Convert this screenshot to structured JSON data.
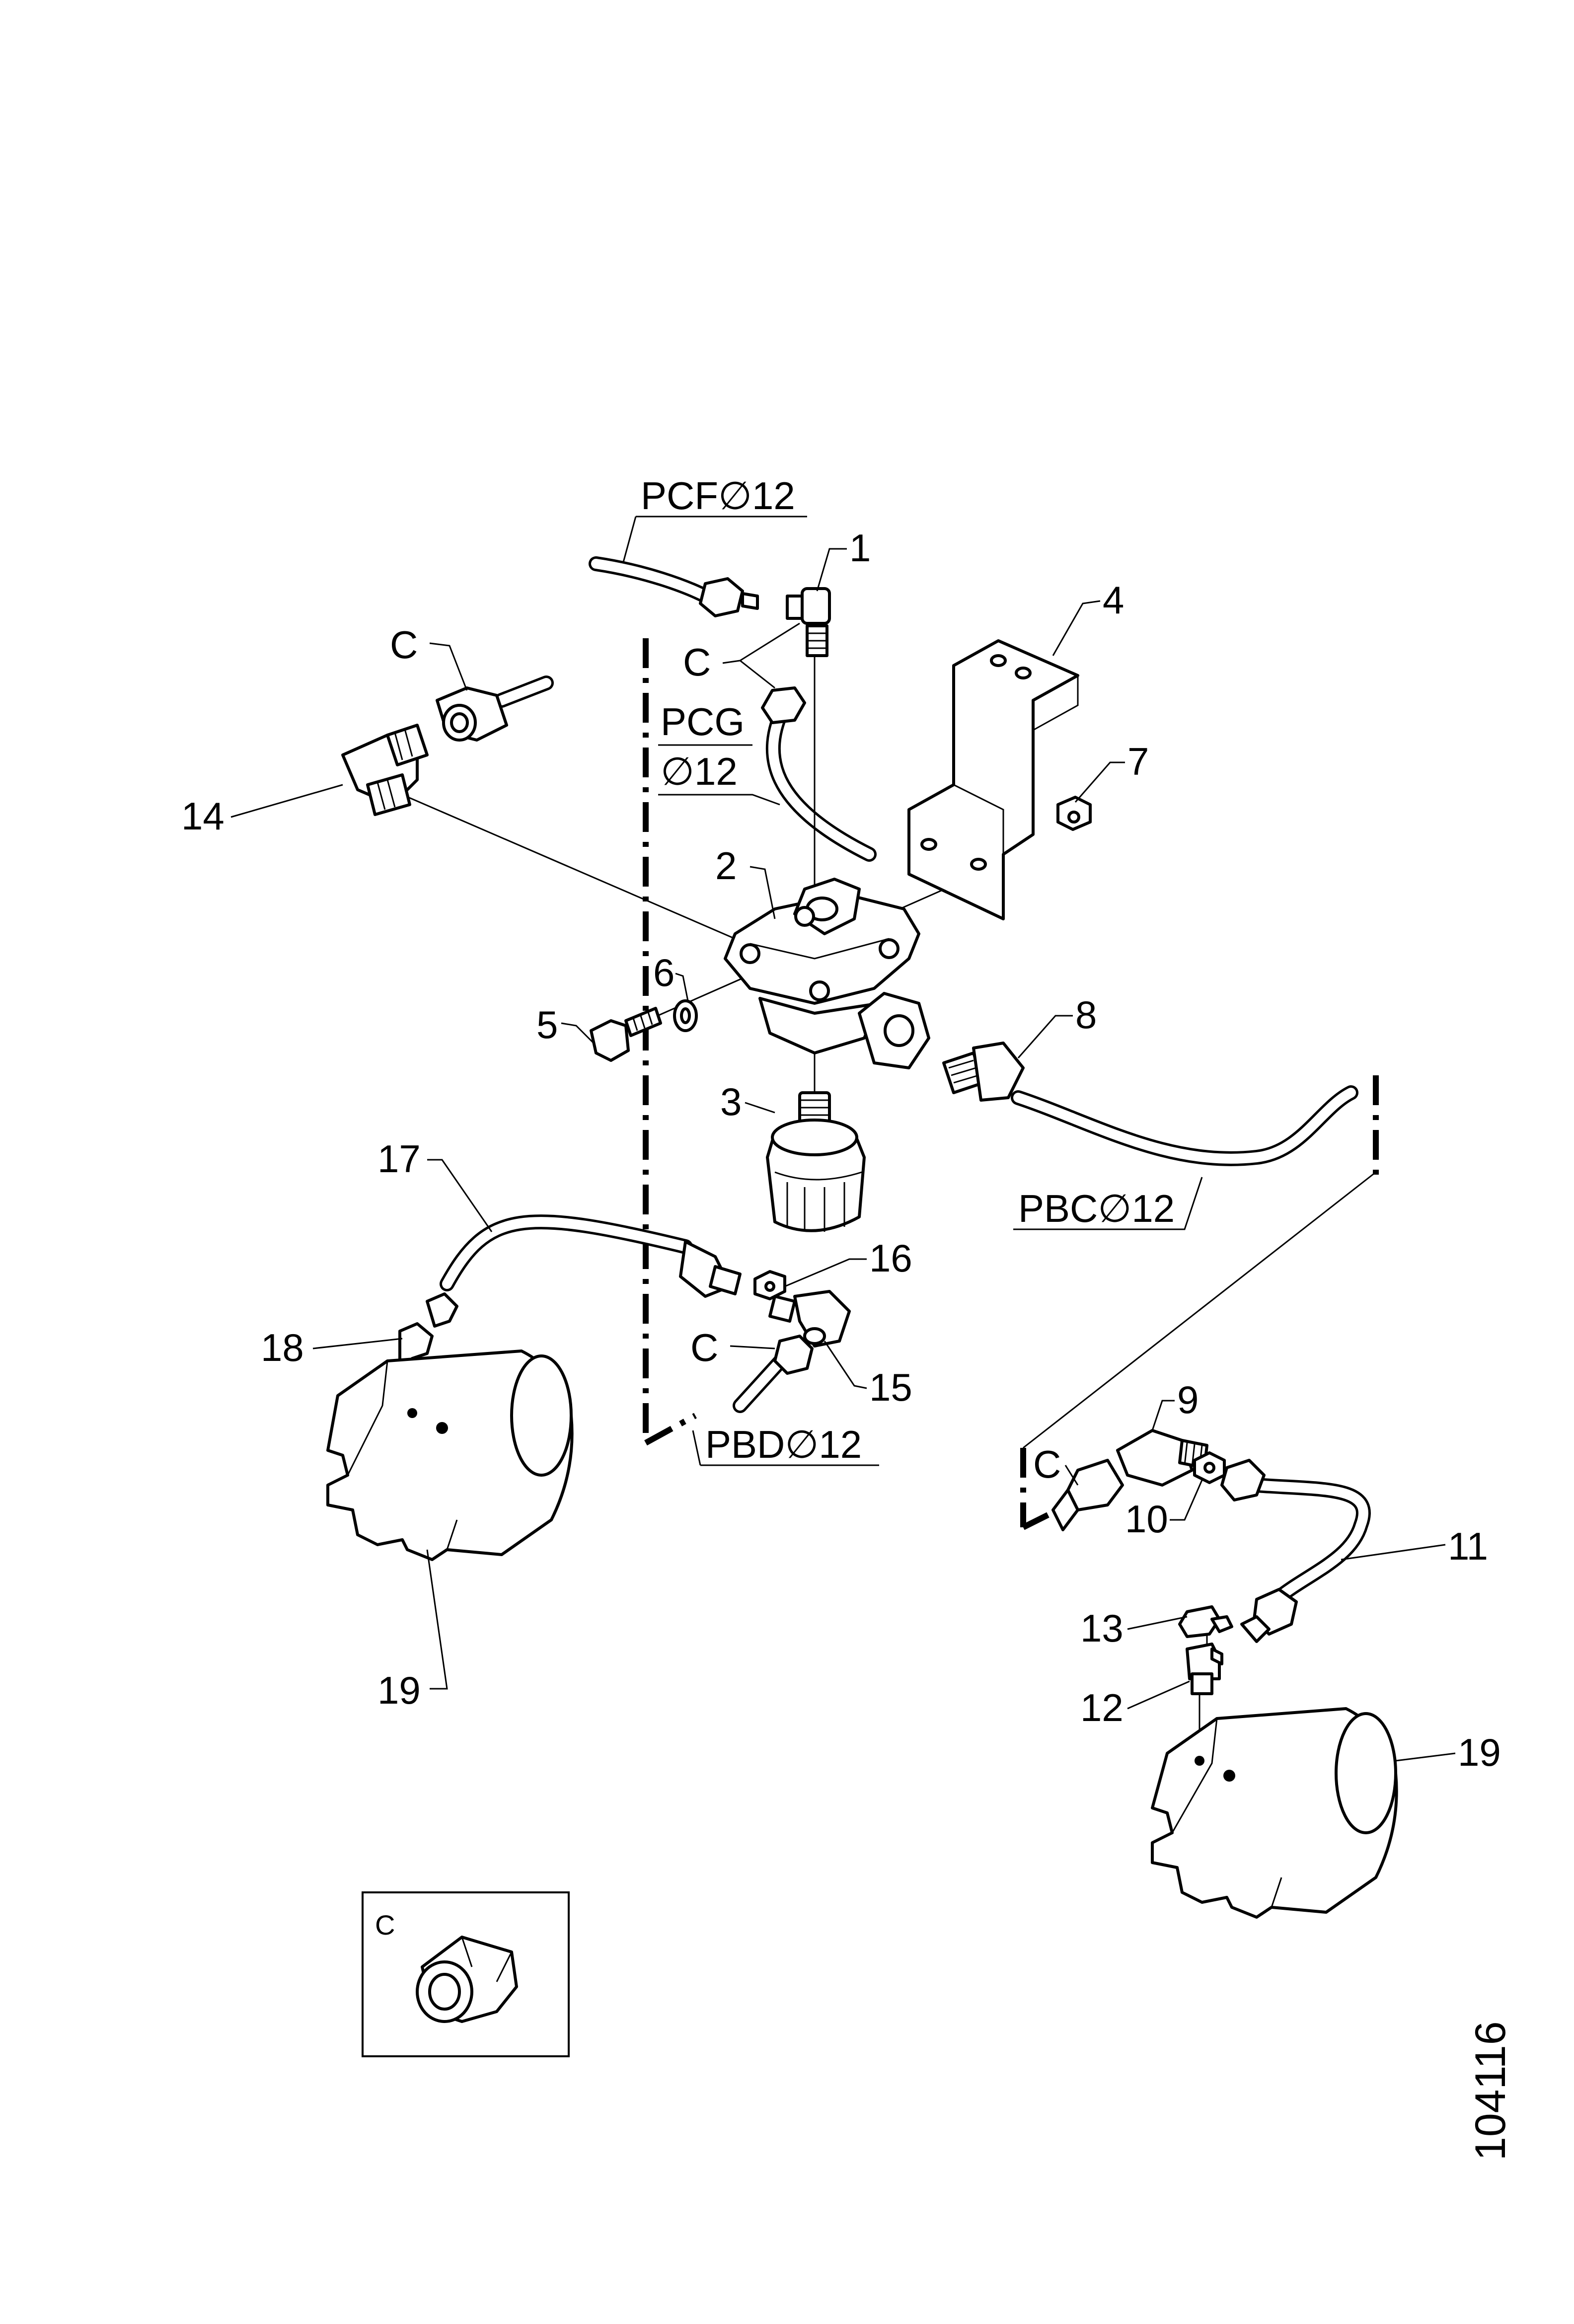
{
  "diagram_id": "104116",
  "pipes": {
    "pcf": "PCF∅12",
    "pcg_line1": "PCG",
    "pcg_line2": "∅12",
    "pbc": "PBC∅12",
    "pbd": "PBD∅12"
  },
  "connector_label": "C",
  "inset_label": "C",
  "callouts": [
    "1",
    "2",
    "3",
    "4",
    "5",
    "6",
    "7",
    "8",
    "9",
    "10",
    "11",
    "12",
    "13",
    "14",
    "15",
    "16",
    "17",
    "18",
    "19",
    "19"
  ]
}
